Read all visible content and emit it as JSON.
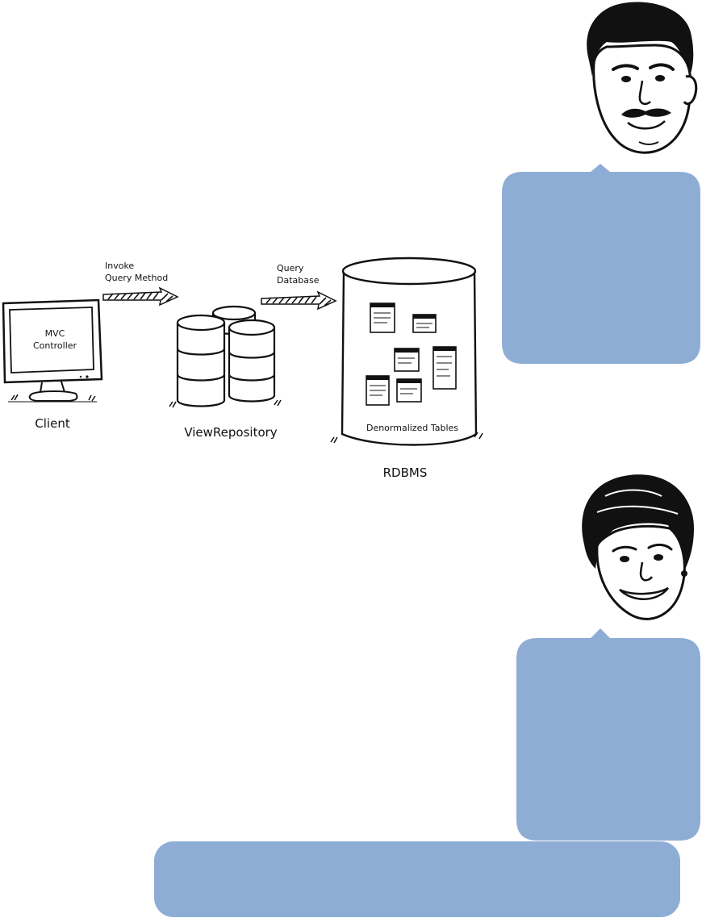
{
  "diagram": {
    "client": {
      "screen_text": "MVC\nController",
      "caption": "Client"
    },
    "arrow_invoke": {
      "label": "Invoke\nQuery Method"
    },
    "repository": {
      "caption": "ViewRepository"
    },
    "arrow_query": {
      "label": "Query\nDatabase"
    },
    "rdbms": {
      "inner_label": "Denormalized Tables",
      "caption": "RDBMS"
    }
  },
  "colors": {
    "bubble": "#8eadd5",
    "ink": "#111111"
  }
}
